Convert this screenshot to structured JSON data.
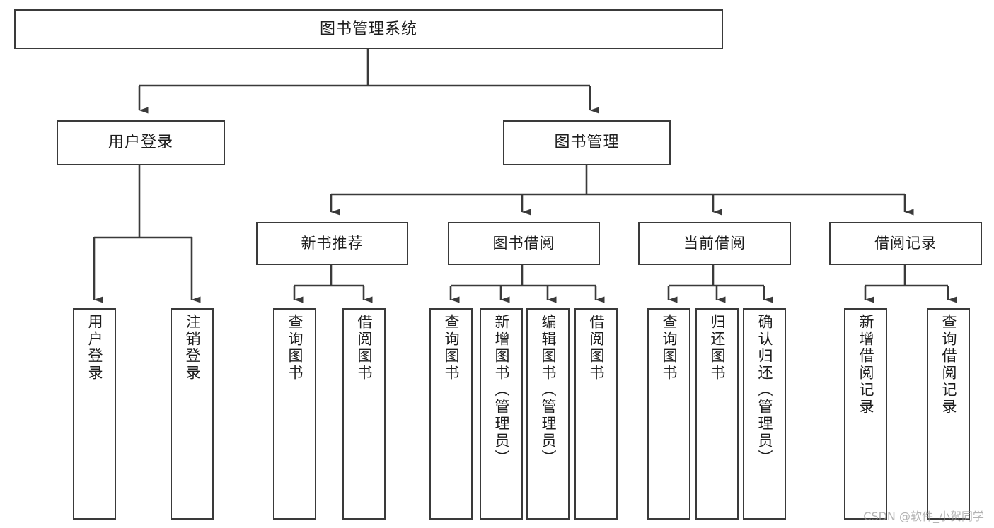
{
  "diagram": {
    "title": "图书管理系统",
    "type": "tree-hierarchy-diagram",
    "watermark": "CSDN @软件_小贺同学",
    "colors": {
      "box_border": "#3a3a3a",
      "box_fill": "#ffffff",
      "connector": "#3a3a3a",
      "text": "#1d1d1d",
      "watermark": "#9a9a9a"
    },
    "nodes": {
      "root": {
        "label": "图书管理系统"
      },
      "level1": [
        {
          "label": "用户登录"
        },
        {
          "label": "图书管理"
        }
      ],
      "level2": [
        {
          "label": "新书推荐"
        },
        {
          "label": "图书借阅"
        },
        {
          "label": "当前借阅"
        },
        {
          "label": "借阅记录"
        }
      ],
      "leaves": {
        "user_login": [
          {
            "label": "用户登录"
          },
          {
            "label": "注销登录"
          }
        ],
        "new_book_recommend": [
          {
            "label": "查询图书"
          },
          {
            "label": "借阅图书"
          }
        ],
        "book_borrow": [
          {
            "label": "查询图书"
          },
          {
            "label": "新增图书（管理员）"
          },
          {
            "label": "编辑图书（管理员）"
          },
          {
            "label": "借阅图书"
          }
        ],
        "current_borrow": [
          {
            "label": "查询图书"
          },
          {
            "label": "归还图书"
          },
          {
            "label": "确认归还（管理员）"
          }
        ],
        "borrow_record": [
          {
            "label": "新增借阅记录"
          },
          {
            "label": "查询借阅记录"
          }
        ]
      }
    }
  }
}
